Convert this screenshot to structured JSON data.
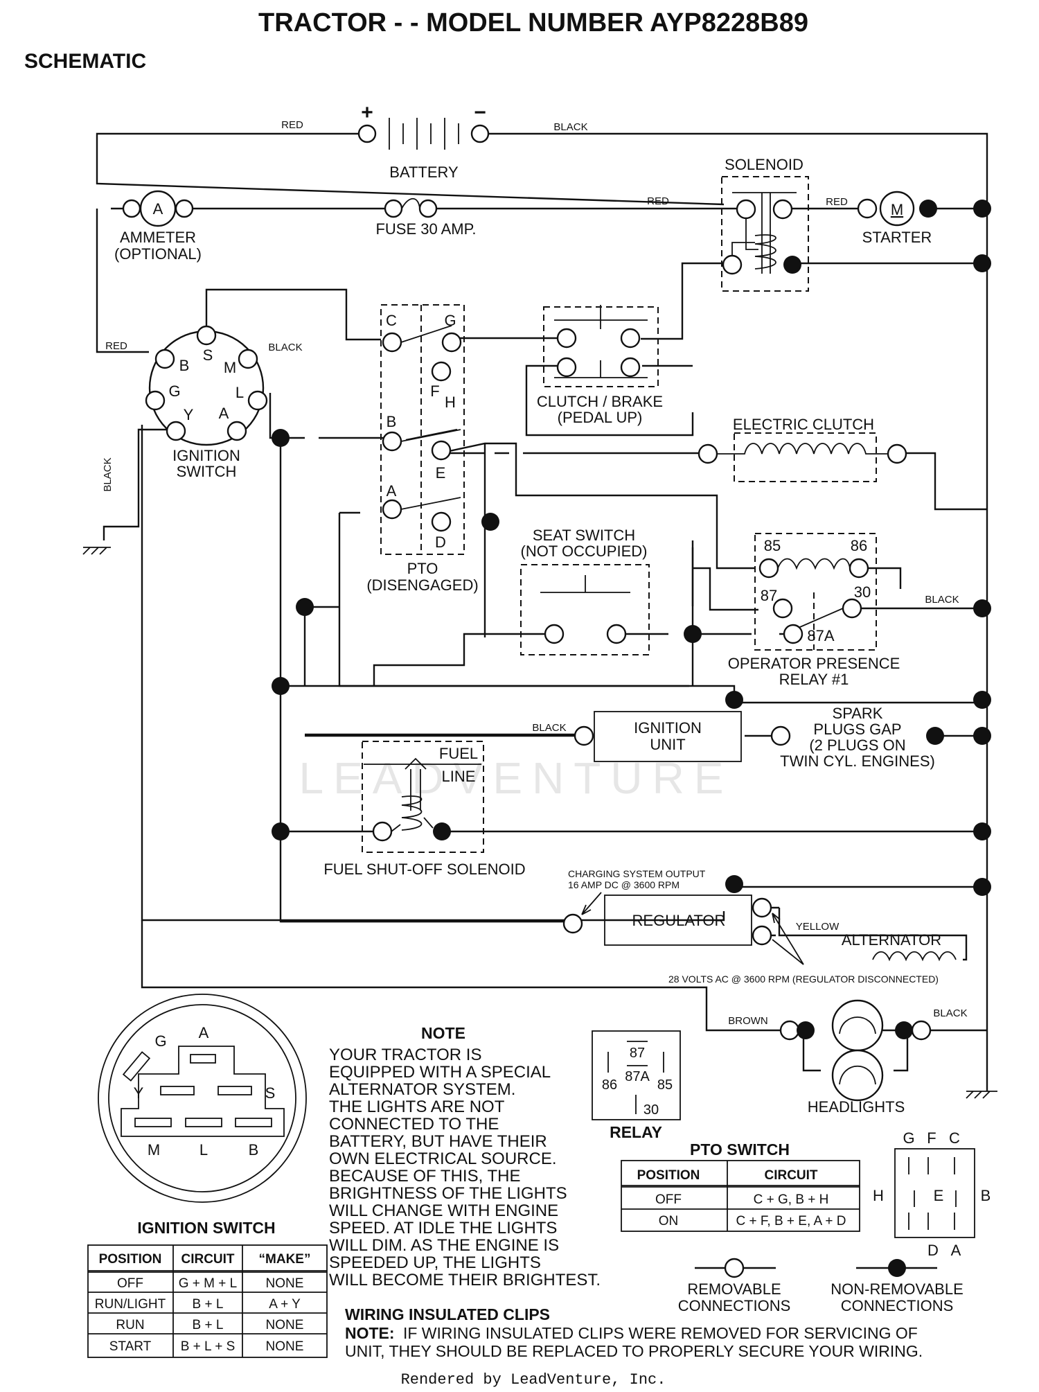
{
  "header": {
    "title": "TRACTOR - - MODEL NUMBER AYP8228B89",
    "subtitle": "SCHEMATIC"
  },
  "wires": {
    "red_top": "RED",
    "black_top": "BLACK",
    "red_fuse": "RED",
    "red_starter": "RED",
    "red_left": "RED",
    "black_ign": "BLACK",
    "black_ground": "BLACK",
    "black_relay": "BLACK",
    "black_unit": "BLACK",
    "yellow": "YELLOW",
    "brown": "BROWN",
    "black_lights": "BLACK"
  },
  "components": {
    "battery": "BATTERY",
    "battery_plus": "+",
    "battery_minus": "−",
    "solenoid": "SOLENOID",
    "ammeter_symbol": "A",
    "ammeter_1": "AMMETER",
    "ammeter_2": "(OPTIONAL)",
    "fuse": "FUSE 30 AMP.",
    "starter_symbol": "M",
    "starter": "STARTER",
    "ignition_1": "IGNITION",
    "ignition_2": "SWITCH",
    "ign_pins": {
      "s": "S",
      "b": "B",
      "m": "M",
      "g": "G",
      "l": "L",
      "y": "Y",
      "a": "A"
    },
    "pto_pins": {
      "c": "C",
      "g": "G",
      "f": "F",
      "h": "H",
      "b": "B",
      "e": "E",
      "a": "A",
      "d": "D"
    },
    "pto_1": "PTO",
    "pto_2": "(DISENGAGED)",
    "clutch_brake_1": "CLUTCH / BRAKE",
    "clutch_brake_2": "(PEDAL UP)",
    "electric_clutch": "ELECTRIC CLUTCH",
    "seat_1": "SEAT SWITCH",
    "seat_2": "(NOT OCCUPIED)",
    "relay_pins": {
      "p85": "85",
      "p86": "86",
      "p87": "87",
      "p30": "30",
      "p87a": "87A"
    },
    "opr_1": "OPERATOR PRESENCE",
    "opr_2": "RELAY #1",
    "ign_unit_1": "IGNITION",
    "ign_unit_2": "UNIT",
    "spark_1": "SPARK",
    "spark_2": "PLUGS GAP",
    "spark_3": "(2 PLUGS ON",
    "spark_4": "TWIN CYL. ENGINES)",
    "fuel_line_1": "FUEL",
    "fuel_line_2": "LINE",
    "fuel_solenoid": "FUEL SHUT-OFF SOLENOID",
    "charging_1": "CHARGING SYSTEM OUTPUT",
    "charging_2": "16 AMP DC @ 3600 RPM",
    "regulator": "REGULATOR",
    "alternator": "ALTERNATOR",
    "alt_note": "28 VOLTS AC @ 3600 RPM (REGULATOR DISCONNECTED)",
    "headlights": "HEADLIGHTS"
  },
  "ignition_diagram": {
    "title": "IGNITION SWITCH",
    "pins": {
      "g": "G",
      "a": "A",
      "y": "Y",
      "s": "S",
      "m": "M",
      "l": "L",
      "b": "B"
    }
  },
  "ignition_table": {
    "headers": [
      "POSITION",
      "CIRCUIT",
      "“MAKE”"
    ],
    "rows": [
      [
        "OFF",
        "G + M + L",
        "NONE"
      ],
      [
        "RUN/LIGHT",
        "B + L",
        "A + Y"
      ],
      [
        "RUN",
        "B + L",
        "NONE"
      ],
      [
        "START",
        "B + L + S",
        "NONE"
      ]
    ]
  },
  "note": {
    "title": "NOTE",
    "lines": [
      "YOUR TRACTOR IS",
      "EQUIPPED WITH A SPECIAL",
      "ALTERNATOR SYSTEM.",
      "THE LIGHTS ARE NOT",
      "CONNECTED TO THE",
      "BATTERY, BUT HAVE THEIR",
      "OWN ELECTRICAL SOURCE.",
      "BECAUSE OF THIS, THE",
      "BRIGHTNESS OF THE LIGHTS",
      "WILL CHANGE WITH ENGINE",
      "SPEED.  AT IDLE THE LIGHTS",
      "WILL DIM.  AS THE ENGINE IS",
      "SPEEDED UP, THE LIGHTS",
      "WILL BECOME THEIR BRIGHTEST."
    ]
  },
  "relay_diagram": {
    "title": "RELAY",
    "p87": "87",
    "p86": "86",
    "p87a": "87A",
    "p85": "85",
    "p30": "30"
  },
  "pto_table": {
    "title": "PTO SWITCH",
    "headers": [
      "POSITION",
      "CIRCUIT"
    ],
    "rows": [
      [
        "OFF",
        "C + G, B + H"
      ],
      [
        "ON",
        "C + F, B + E, A + D"
      ]
    ]
  },
  "pto_diagram": {
    "g": "G",
    "f": "F",
    "c": "C",
    "h": "H",
    "e": "E",
    "b": "B",
    "d": "D",
    "a": "A"
  },
  "legend": {
    "removable_1": "REMOVABLE",
    "removable_2": "CONNECTIONS",
    "nonremovable_1": "NON-REMOVABLE",
    "nonremovable_2": "CONNECTIONS"
  },
  "clips": {
    "title": "WIRING INSULATED CLIPS",
    "note_label": "NOTE:",
    "line1": "IF WIRING INSULATED CLIPS WERE REMOVED FOR SERVICING OF",
    "line2": "UNIT, THEY SHOULD BE REPLACED TO PROPERLY SECURE YOUR WIRING."
  },
  "watermark": "LEADVENTURE",
  "footer": "Rendered by LeadVenture, Inc."
}
